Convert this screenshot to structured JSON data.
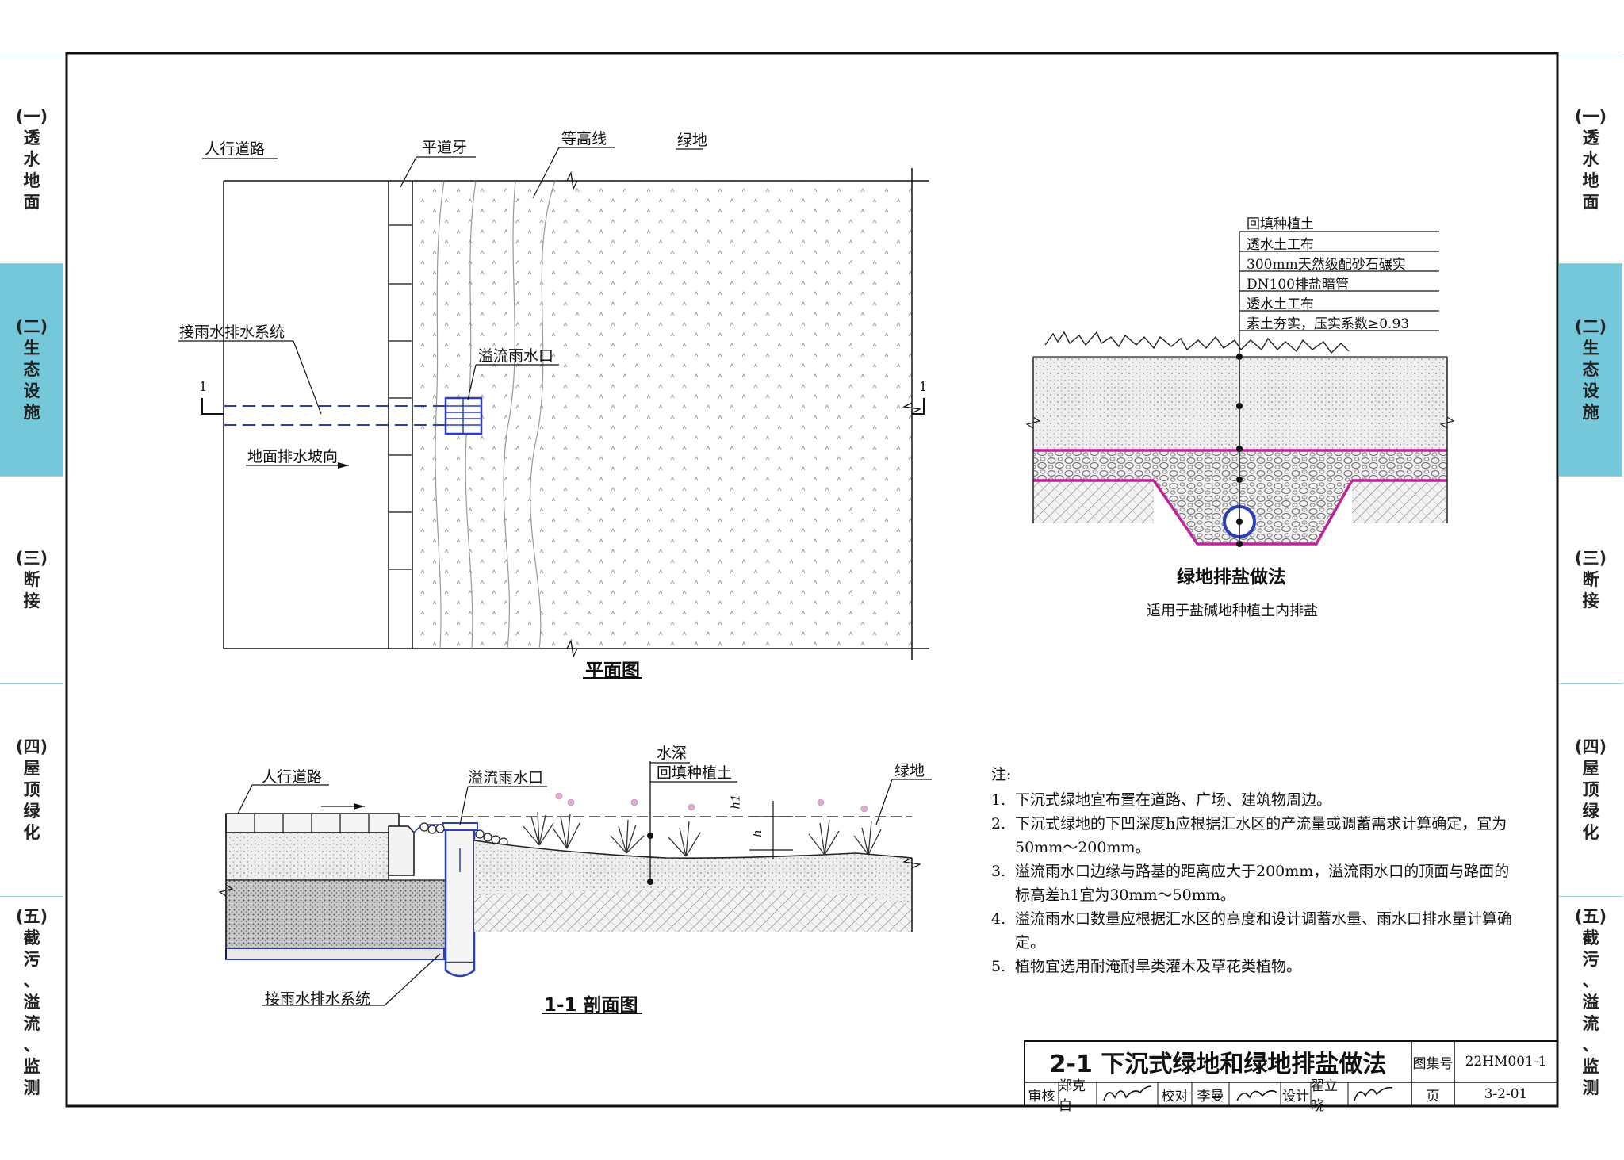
{
  "side_tabs": [
    {
      "label": "(一)透水地面",
      "chars": [
        "(一)",
        "透",
        "水",
        "地",
        "面"
      ],
      "active": false
    },
    {
      "label": "(二)生态设施",
      "chars": [
        "(二)",
        "生",
        "态",
        "设",
        "施"
      ],
      "active": true
    },
    {
      "label": "(三)断接",
      "chars": [
        "(三)",
        "断",
        "接"
      ],
      "active": false
    },
    {
      "label": "(四)屋顶绿化",
      "chars": [
        "(四)",
        "屋",
        "顶",
        "绿",
        "化"
      ],
      "active": false
    },
    {
      "label": "(五)截污、溢流、监测",
      "chars": [
        "(五)",
        "截",
        "污",
        "、",
        "溢",
        "流",
        "、",
        "监",
        "测"
      ],
      "active": false
    }
  ],
  "plan": {
    "title": "平面图",
    "road": "人行道路",
    "curb": "平道牙",
    "contour": "等高线",
    "greenland": "绿地",
    "rain_system": "接雨水排水系统",
    "overflow": "溢流雨水口",
    "slope": "地面排水坡向",
    "section_mark": "1"
  },
  "salt": {
    "title": "绿地排盐做法",
    "subtitle": "适用于盐碱地种植土内排盐",
    "layers": [
      "回填种植土",
      "透水土工布",
      "300mm天然级配砂石碾实",
      "DN100排盐暗管",
      "透水土工布",
      "素土夯实，压实系数≥0.93"
    ]
  },
  "section": {
    "title": "1-1 剖面图",
    "road": "人行道路",
    "overflow": "溢流雨水口",
    "water_depth": "水深",
    "backfill": "回填种植土",
    "greenland": "绿地",
    "rain_system": "接雨水排水系统",
    "h1": "h1",
    "h": "h"
  },
  "notes": {
    "heading": "注:",
    "items": [
      {
        "num": "1.",
        "text": "下沉式绿地宜布置在道路、广场、建筑物周边。"
      },
      {
        "num": "2.",
        "text": "下沉式绿地的下凹深度h应根据汇水区的产流量或调蓄需求计算确定，宜为50mm～200mm。"
      },
      {
        "num": "3.",
        "text": "溢流雨水口边缘与路基的距离应大于200mm，溢流雨水口的顶面与路面的标高差h1宜为30mm～50mm。"
      },
      {
        "num": "4.",
        "text": "溢流雨水口数量应根据汇水区的高度和设计调蓄水量、雨水口排水量计算确定。"
      },
      {
        "num": "5.",
        "text": "植物宜选用耐淹耐旱类灌木及草花类植物。"
      }
    ]
  },
  "title_block": {
    "title": "2-1 下沉式绿地和绿地排盐做法",
    "atlas_label": "图集号",
    "atlas_no": "22HM001-1",
    "review_label": "审核",
    "reviewer": "郑克白",
    "check_label": "校对",
    "checker": "李曼",
    "design_label": "设计",
    "designer": "翟立晓",
    "page_label": "页",
    "page_no": "3-2-01"
  },
  "colors": {
    "tab_active": "#74c8d9",
    "pipe_blue": "#2a3fb8",
    "fabric_magenta": "#c0239a"
  }
}
